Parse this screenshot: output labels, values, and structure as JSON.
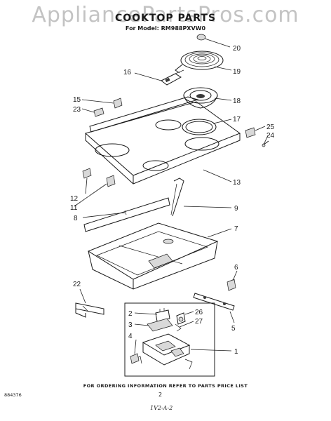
{
  "header": {
    "watermark": "AppliancePartsPros.com",
    "title": "COOKTOP PARTS",
    "subtitle": "For Model: RM988PXVW0"
  },
  "footer": {
    "ordering_note": "FOR ORDERING INFORMATION REFER TO PARTS PRICE LIST",
    "page_number": "2",
    "reference_code": "884376",
    "handwritten_note": "1V2-A-2"
  },
  "callouts": [
    "20",
    "16",
    "19",
    "15",
    "18",
    "23",
    "17",
    "25",
    "24",
    "13",
    "12",
    "11",
    "9",
    "8",
    "7",
    "6",
    "22",
    "2",
    "26",
    "3",
    "27",
    "5",
    "4",
    "1"
  ]
}
